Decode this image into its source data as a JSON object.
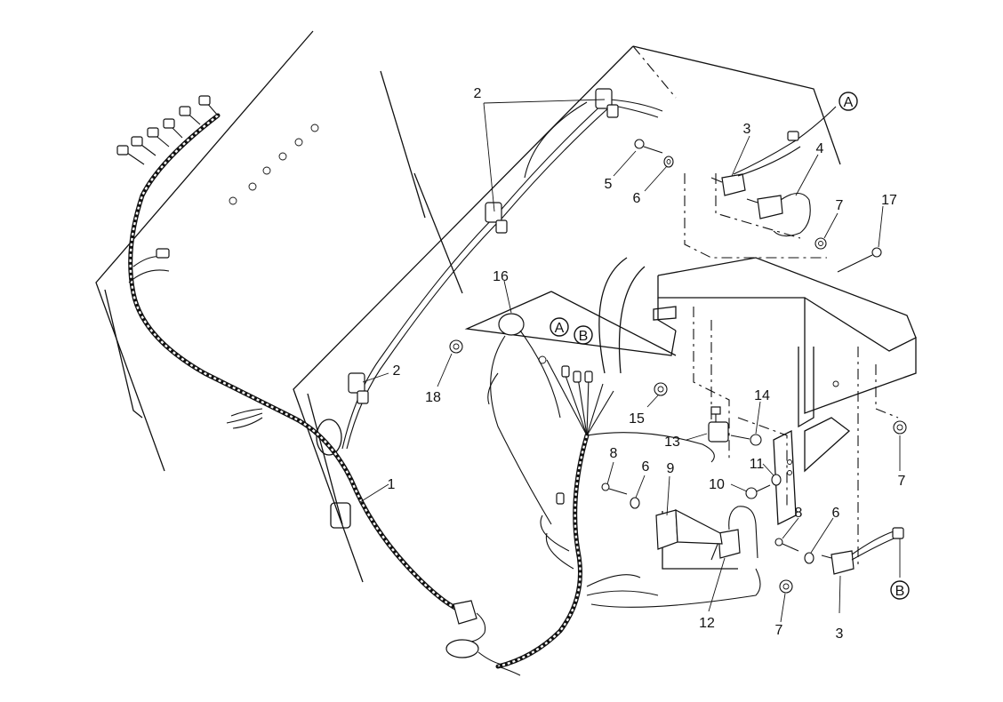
{
  "callouts": [
    {
      "label": "1"
    },
    {
      "label": "2"
    },
    {
      "label": "2"
    },
    {
      "label": "3"
    },
    {
      "label": "3"
    },
    {
      "label": "4"
    },
    {
      "label": "5"
    },
    {
      "label": "6"
    },
    {
      "label": "6"
    },
    {
      "label": "6"
    },
    {
      "label": "7"
    },
    {
      "label": "7"
    },
    {
      "label": "7"
    },
    {
      "label": "8"
    },
    {
      "label": "8"
    },
    {
      "label": "9"
    },
    {
      "label": "10"
    },
    {
      "label": "11"
    },
    {
      "label": "12"
    },
    {
      "label": "13"
    },
    {
      "label": "14"
    },
    {
      "label": "15"
    },
    {
      "label": "16"
    },
    {
      "label": "17"
    },
    {
      "label": "18"
    }
  ],
  "connectors": [
    {
      "label": "A"
    },
    {
      "label": "A"
    },
    {
      "label": "B"
    },
    {
      "label": "B"
    }
  ]
}
